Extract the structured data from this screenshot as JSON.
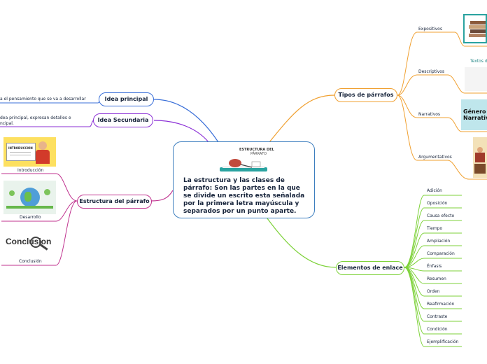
{
  "central": {
    "text": "La estructura y las clases de párrafo: Son las partes en la que se divide un escrito esta señalada por la primera letra mayúscula y separados por un punto aparte.",
    "image_caption_line1": "ESTRUCTURA DEL",
    "image_caption_line2": "PÁRRAFO"
  },
  "idea_principal": {
    "label": "Idea principal",
    "note": "a el pensamiento que se va a desarrollar"
  },
  "idea_secundaria": {
    "label": "Idea Secundaria",
    "note_line1": "dea principal, expresan detalles e",
    "note_line2": "ncipal."
  },
  "estructura": {
    "label": "Estructura del párrafo",
    "items": [
      {
        "label": "Introducción",
        "image_text": "INTRODUCCIÓN"
      },
      {
        "label": "Desarrollo"
      },
      {
        "label": "Conclusión",
        "image_text": "Conclusion"
      }
    ]
  },
  "tipos": {
    "label": "Tipos de párrafos",
    "items": [
      {
        "label": "Expositivos"
      },
      {
        "label": "Descriptivos",
        "image_text": "Textos d"
      },
      {
        "label": "Narrativos",
        "image_text_line1": "Género",
        "image_text_line2": "Narrativo"
      },
      {
        "label": "Argumentativos"
      }
    ]
  },
  "enlace": {
    "label": "Elementos de enlace",
    "items": [
      "Adición",
      "Oposición",
      "Causa efecto",
      "Tiempo",
      "Ampliación",
      "Comparación",
      "Énfasis",
      "Resumen",
      "Orden",
      "Reafirmación",
      "Contraste",
      "Condición",
      "Ejemplificación"
    ]
  },
  "colors": {
    "blue": "#3a6fd8",
    "purple": "#8b2fd6",
    "magenta": "#c0338f",
    "orange": "#f0a030",
    "green": "#7ed23a"
  }
}
